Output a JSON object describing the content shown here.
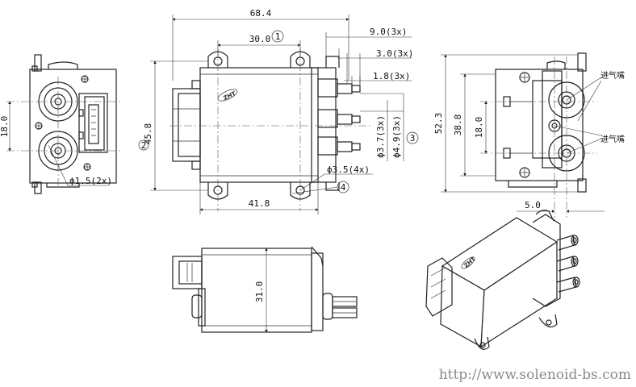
{
  "dimensions": {
    "overall_width": "68.4",
    "mount_spacing": "30.0",
    "port_offset": "9.0(3x)",
    "port_len": "3.0(3x)",
    "port_step": "1.8(3x)",
    "height": "45.8",
    "port_dia_inner": "ϕ3.7(3x)",
    "port_dia_outer": "ϕ4.9(3x)",
    "mount_hole": "ϕ3.5(4x)",
    "body_width": "41.8",
    "pin_hole": "ϕ1.5(2x)",
    "left_hole_spacing": "18.0",
    "right_total_height": "52.3",
    "right_inner_height": "38.8",
    "right_hole_spacing": "18.0",
    "right_offset": "5.0",
    "bottom_height": "31.0"
  },
  "callouts": {
    "c1": "1",
    "c2": "2",
    "c3": "3",
    "c4": "4"
  },
  "annotations": {
    "inlet": "进气嘴",
    "outlet": "进气嘴"
  },
  "logo": {
    "text": "ZHT"
  },
  "watermark": {
    "text": "http://www.solenoid-bs.com"
  }
}
